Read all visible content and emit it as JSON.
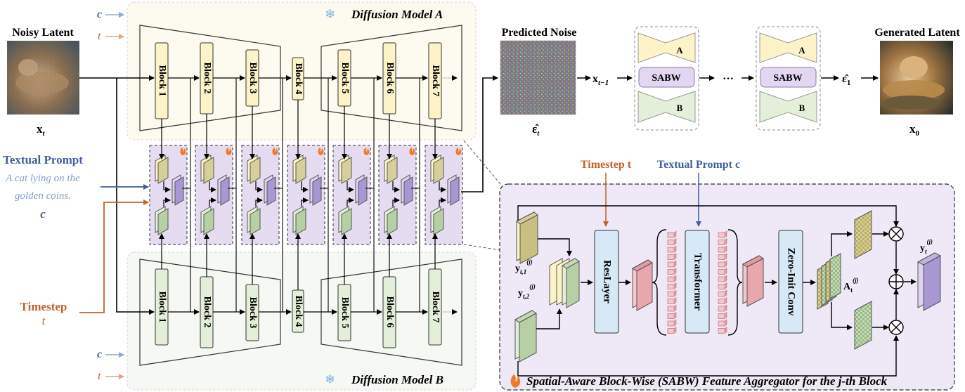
{
  "inputs": {
    "noisy_latent_title": "Noisy Latent",
    "noisy_latent_symbol": "x",
    "noisy_latent_sub": "t",
    "textual_prompt_title": "Textual Prompt",
    "prompt_text_line1": "A cat lying on the",
    "prompt_text_line2": "golden coins.",
    "prompt_symbol": "c",
    "timestep_title": "Timestep",
    "timestep_symbol": "t",
    "c_label": "c",
    "t_label": "t"
  },
  "model_a": {
    "title": "Diffusion Model A",
    "blocks": [
      "Block 1",
      "Block 2",
      "Block 3",
      "Block 4",
      "Block 5",
      "Block 6",
      "Block 7"
    ]
  },
  "model_b": {
    "title": "Diffusion Model B",
    "blocks": [
      "Block 1",
      "Block 2",
      "Block 3",
      "Block 4",
      "Block 5",
      "Block 6",
      "Block 7"
    ]
  },
  "pipeline": {
    "predicted_noise_title": "Predicted Noise",
    "eps_t": "ε̂",
    "eps_t_sub": "t",
    "x_prev": "x",
    "x_prev_sub": "t−1",
    "dots": "···",
    "eps_1": "ε̂",
    "eps_1_sub": "1",
    "generated_title": "Generated Latent",
    "x0": "x",
    "x0_sub": "0",
    "stack_top": "A",
    "stack_mid": "SABW",
    "stack_bottom": "B"
  },
  "sabw": {
    "timestep_label": "Timestep t",
    "prompt_label": "Textual Prompt c",
    "y1_label": "y",
    "y1_sub": "t,1",
    "y1_sup": "(j)",
    "y2_label": "y",
    "y2_sub": "t,2",
    "y2_sup": "(j)",
    "reslayer": "ResLayer",
    "transformer": "Transformer",
    "zero_init": "Zero-Init Conv",
    "a_label": "A",
    "a_sub": "t",
    "a_sup": "(j)",
    "out_label": "y",
    "out_sub": "t",
    "out_sup": "(j)",
    "caption": "Spatial-Aware Block-Wise (SABW) Feature Aggregator for the j-th Block"
  },
  "colors": {
    "block_a_fill": "#fdf3c9",
    "block_b_fill": "#e3efd9",
    "sabw_fill": "#e6dcf1",
    "sabw_border": "#3a3a3a",
    "arrow_blue": "#3f5f9e",
    "arrow_orange": "#c0622a",
    "prompt_text": "#7f9fc9",
    "block_purple": "#ddd5f0"
  }
}
